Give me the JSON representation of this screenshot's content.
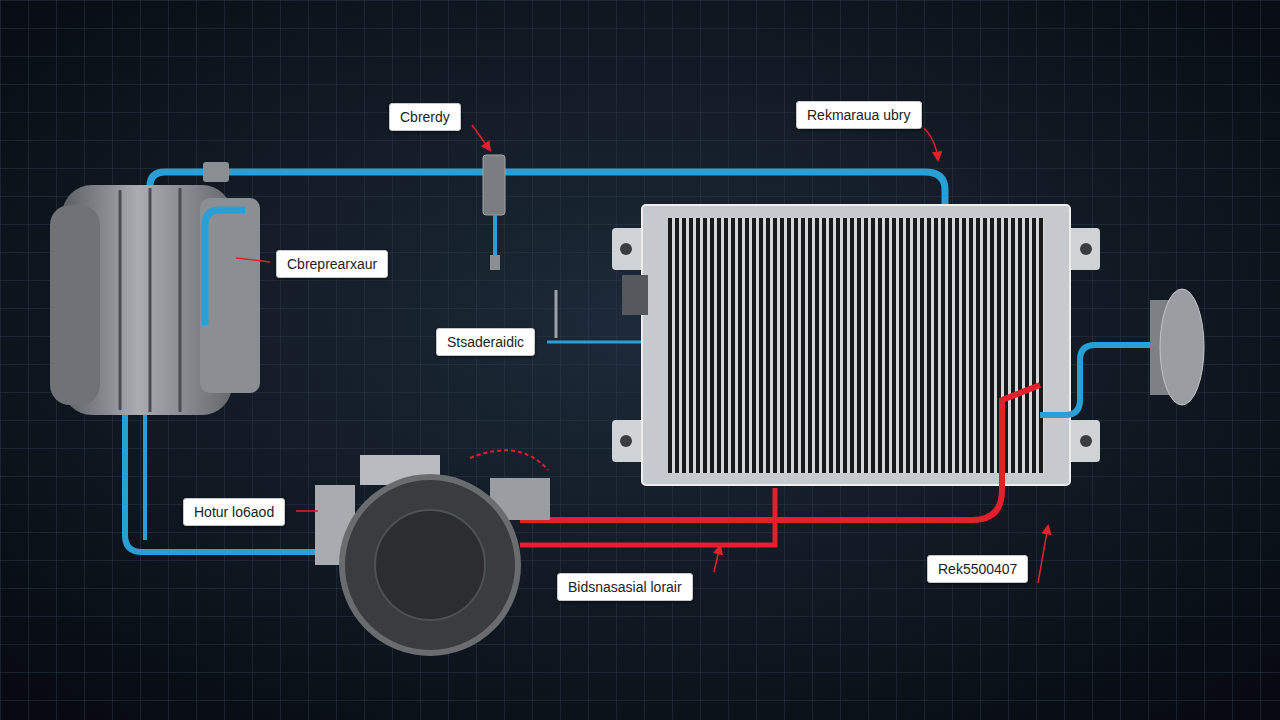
{
  "diagram": {
    "nodes": [
      {
        "text": [
          "Cbrerdy"
        ]
      },
      {
        "text": [
          "Rekmaraua ubry"
        ]
      },
      {
        "text": [
          "Cbreprearxaur"
        ]
      },
      {
        "text": [
          "Stsaderaidic"
        ]
      },
      {
        "text": [
          "Hotur lo6aod"
        ]
      },
      {
        "text": [
          "Bidsnasasial lorair"
        ]
      },
      {
        "text": [
          "Rek5500407"
        ]
      }
    ]
  }
}
